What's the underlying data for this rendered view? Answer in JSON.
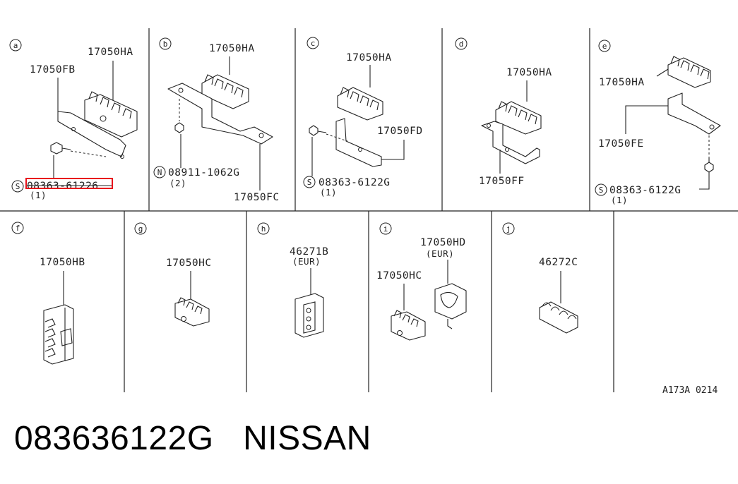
{
  "sections": [
    {
      "id": "a",
      "labels": [
        "17050HA",
        "17050FB"
      ],
      "fastener": {
        "prefix": "S",
        "part": "08363-61226",
        "qty": "(1)",
        "highlighted": true
      }
    },
    {
      "id": "b",
      "labels": [
        "17050HA",
        "17050FC"
      ],
      "fastener": {
        "prefix": "N",
        "part": "08911-1062G",
        "qty": "(2)"
      }
    },
    {
      "id": "c",
      "labels": [
        "17050HA",
        "17050FD"
      ],
      "fastener": {
        "prefix": "S",
        "part": "08363-6122G",
        "qty": "(1)"
      }
    },
    {
      "id": "d",
      "labels": [
        "17050HA",
        "17050FF"
      ]
    },
    {
      "id": "e",
      "labels": [
        "17050HA",
        "17050FE"
      ],
      "fastener": {
        "prefix": "S",
        "part": "08363-6122G",
        "qty": "(1)"
      }
    },
    {
      "id": "f",
      "labels": [
        "17050HB"
      ]
    },
    {
      "id": "g",
      "labels": [
        "17050HC"
      ]
    },
    {
      "id": "h",
      "labels": [
        "46271B"
      ],
      "note": "(EUR)"
    },
    {
      "id": "i",
      "labels": [
        "17050HD",
        "17050HC"
      ],
      "note": "(EUR)"
    },
    {
      "id": "j",
      "labels": [
        "46272C"
      ]
    }
  ],
  "reference": "A173A 0214",
  "caption": {
    "part_number": "083636122G",
    "brand": "NISSAN"
  },
  "colors": {
    "highlight": "#e8141c",
    "ink": "#222222"
  }
}
